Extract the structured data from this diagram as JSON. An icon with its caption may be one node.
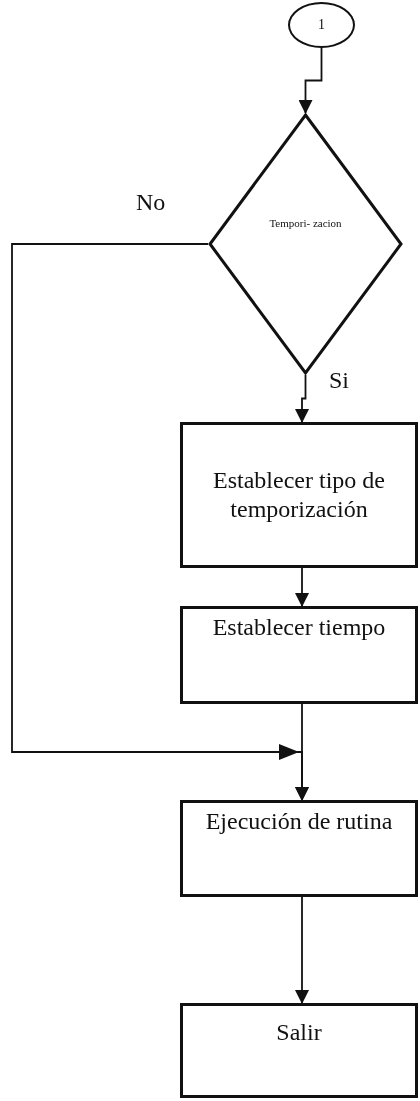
{
  "diagram": {
    "nodes": [
      {
        "text": [
          "1"
        ]
      },
      {
        "text": [
          "Tempori- zacion"
        ]
      },
      {
        "text": [
          "Establecer tipo de temporización"
        ]
      },
      {
        "text": [
          "Establecer tiempo"
        ]
      },
      {
        "text": [
          "Ejecución de rutina"
        ]
      },
      {
        "text": [
          "Salir"
        ]
      }
    ],
    "edges": [
      {
        "from": 0,
        "to": 1,
        "arrow": "to"
      },
      {
        "from": 1,
        "to": 2,
        "arrow": "to",
        "label": "Si"
      },
      {
        "from": 2,
        "to": 3,
        "arrow": "to"
      },
      {
        "from": 1,
        "to": 4,
        "arrow": "to",
        "label": "No"
      },
      {
        "from": 3,
        "to": 4,
        "arrow": "to"
      },
      {
        "from": 4,
        "to": 5,
        "arrow": "to"
      }
    ]
  }
}
